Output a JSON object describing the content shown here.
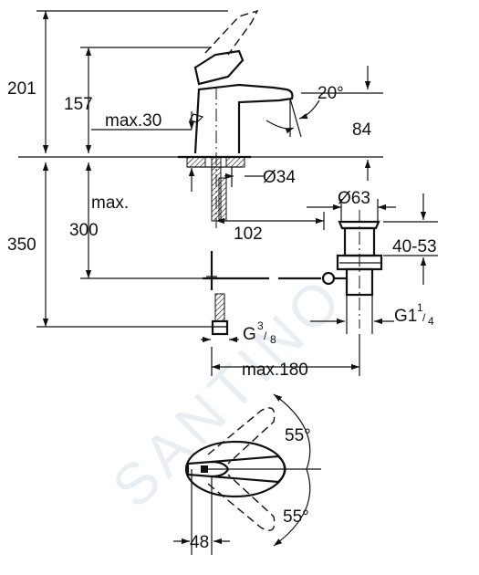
{
  "watermark": "SANTINO",
  "dimensions": {
    "d201": "201",
    "d157": "157",
    "max30": "max.30",
    "angle20": "20°",
    "d84": "84",
    "dia34": "Ø34",
    "dia63": "Ø63",
    "max": "max.",
    "d300": "300",
    "d350": "350",
    "d102": "102",
    "range4053": "40-53",
    "g1": "G1",
    "g1_sup": "1",
    "g1_sub": "4",
    "g": "G",
    "g_sup": "3",
    "g_sub": "8",
    "max180": "max.180",
    "angle55_top": "55°",
    "angle55_bottom": "55°",
    "d48": "48"
  },
  "colors": {
    "line": "#111111",
    "watermark": "#e9eef3"
  }
}
